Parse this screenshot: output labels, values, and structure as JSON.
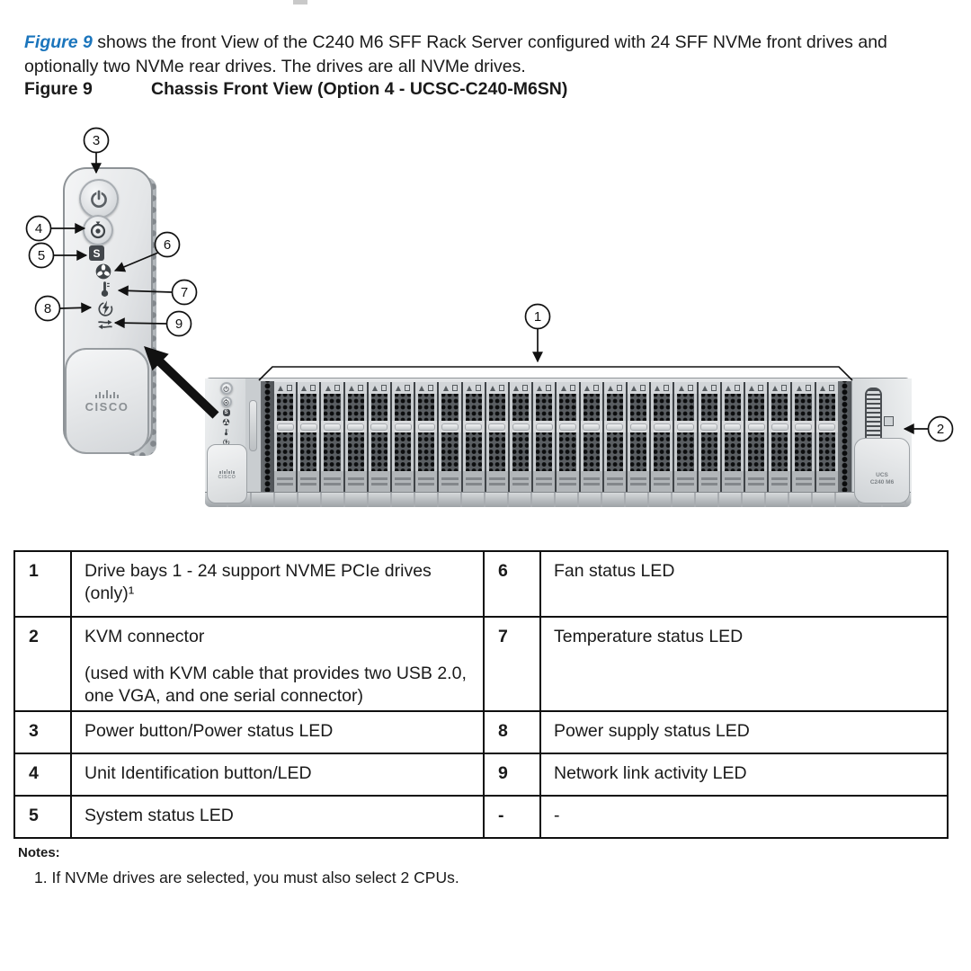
{
  "page": {
    "intro_link": "Figure 9",
    "intro_rest": " shows the front View of the C240 M6 SFF Rack Server configured with 24 SFF NVMe front drives and optionally two NVMe rear drives. The drives are all NVMe drives.",
    "figure_label": "Figure 9",
    "figure_title": "Chassis Front View (Option 4 - UCSC-C240-M6SN)"
  },
  "diagram": {
    "callouts": [
      "1",
      "2",
      "3",
      "4",
      "5",
      "6",
      "7",
      "8",
      "9"
    ],
    "panel_icons": [
      {
        "glyph": "power",
        "name": "power-button-icon"
      },
      {
        "glyph": "uid",
        "name": "unit-identification-button-icon"
      },
      {
        "glyph": "sblock",
        "name": "system-status-led-icon"
      },
      {
        "glyph": "fan",
        "name": "fan-status-led-icon"
      },
      {
        "glyph": "therm",
        "name": "temperature-status-led-icon"
      },
      {
        "glyph": "bolt",
        "name": "power-supply-status-led-icon"
      },
      {
        "glyph": "net",
        "name": "network-link-activity-led-icon"
      }
    ],
    "system_status_letter": "S",
    "cisco_logo": "CISCO",
    "badge_line1": "UCS",
    "badge_line2": "C240 M6",
    "drive_bay_count": 24
  },
  "table": {
    "rows": [
      {
        "num_left": "1",
        "desc_left": [
          "Drive bays 1 - 24 support NVME PCIe drives (only)¹"
        ],
        "num_right": "6",
        "desc_right": [
          "Fan status LED"
        ]
      },
      {
        "num_left": "2",
        "desc_left": [
          "KVM connector",
          "(used with KVM cable that provides two USB 2.0, one VGA, and one serial connector)"
        ],
        "num_right": "7",
        "desc_right": [
          "Temperature status LED"
        ]
      },
      {
        "num_left": "3",
        "desc_left": [
          "Power button/Power status LED"
        ],
        "num_right": "8",
        "desc_right": [
          "Power supply status LED"
        ]
      },
      {
        "num_left": "4",
        "desc_left": [
          "Unit Identification button/LED"
        ],
        "num_right": "9",
        "desc_right": [
          "Network link activity LED"
        ]
      },
      {
        "num_left": "5",
        "desc_left": [
          "System status LED"
        ],
        "num_right": "-",
        "desc_right": [
          "-"
        ]
      }
    ]
  },
  "notes": {
    "heading": "Notes:",
    "items": [
      "1. If NVMe drives are selected, you must also select 2 CPUs."
    ]
  },
  "colors": {
    "link_blue": "#1b75bc",
    "table_border": "#0f0f0f",
    "chassis_gray": "#d7dadd"
  }
}
